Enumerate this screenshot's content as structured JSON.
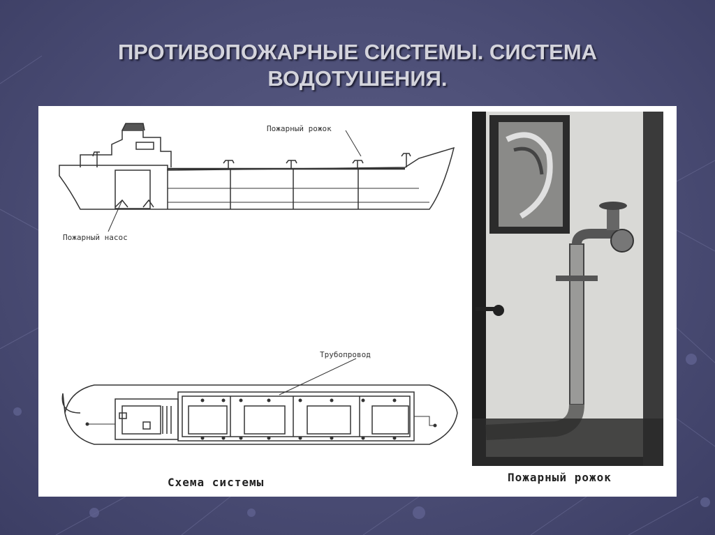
{
  "slide": {
    "title_line1": "ПРОТИВОПОЖАРНЫЕ СИСТЕМЫ. СИСТЕМА",
    "title_line2": "ВОДОТУШЕНИЯ."
  },
  "figure": {
    "label_hydrant": "Пожарный рожок",
    "label_pump": "Пожарный насос",
    "label_pipeline": "Трубопровод",
    "caption_scheme": "Схема системы",
    "caption_photo": "Пожарный рожок"
  },
  "colors": {
    "background": "#4b4d75",
    "title": "#d4d4dc",
    "panel": "#ffffff"
  }
}
